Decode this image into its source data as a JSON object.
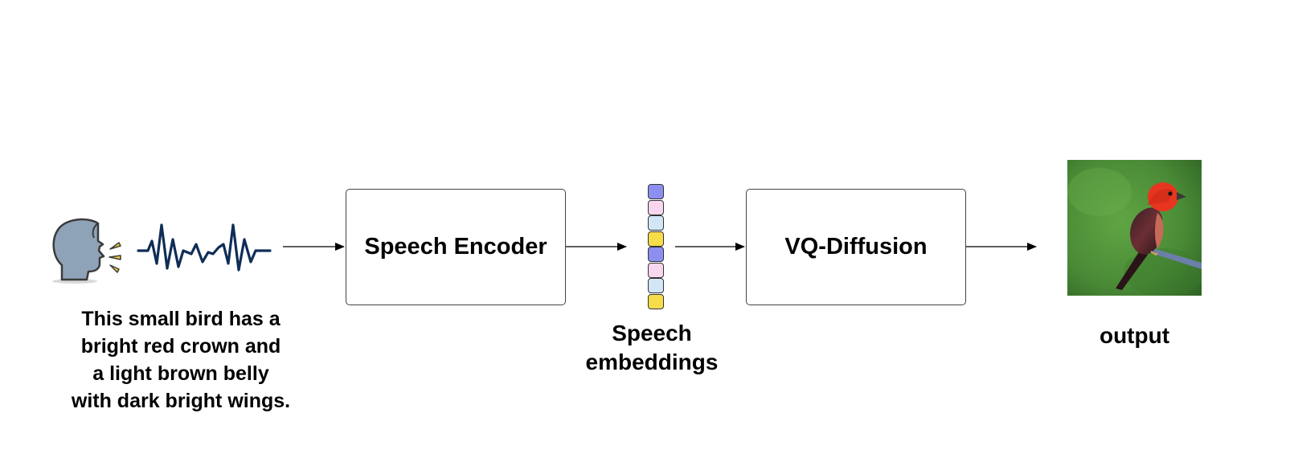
{
  "speaker": {
    "icon": "speaking-head-icon",
    "waveform_icon": "sound-wave-icon",
    "caption_lines": [
      "This small bird has a",
      "bright red crown and",
      "a light brown belly",
      "with dark bright wings."
    ]
  },
  "encoder": {
    "label": "Speech Encoder"
  },
  "embeddings": {
    "caption_lines": [
      "Speech",
      "embeddings"
    ],
    "cell_colors": [
      "#8d8ff0",
      "#f9d6ef",
      "#d3e6f7",
      "#f8dd4a",
      "#8d8ff0",
      "#f9d6ef",
      "#d3e6f7",
      "#f8dd4a"
    ]
  },
  "diffusion": {
    "label": "VQ-Diffusion"
  },
  "output": {
    "image_icon": "red-bird-image",
    "caption": "output"
  },
  "colors": {
    "head": "#8fa3b8",
    "waveform": "#0f2d57",
    "sound_lines": "#f5d23a",
    "arrow": "#000000",
    "background_green": "#4f8f3a"
  }
}
